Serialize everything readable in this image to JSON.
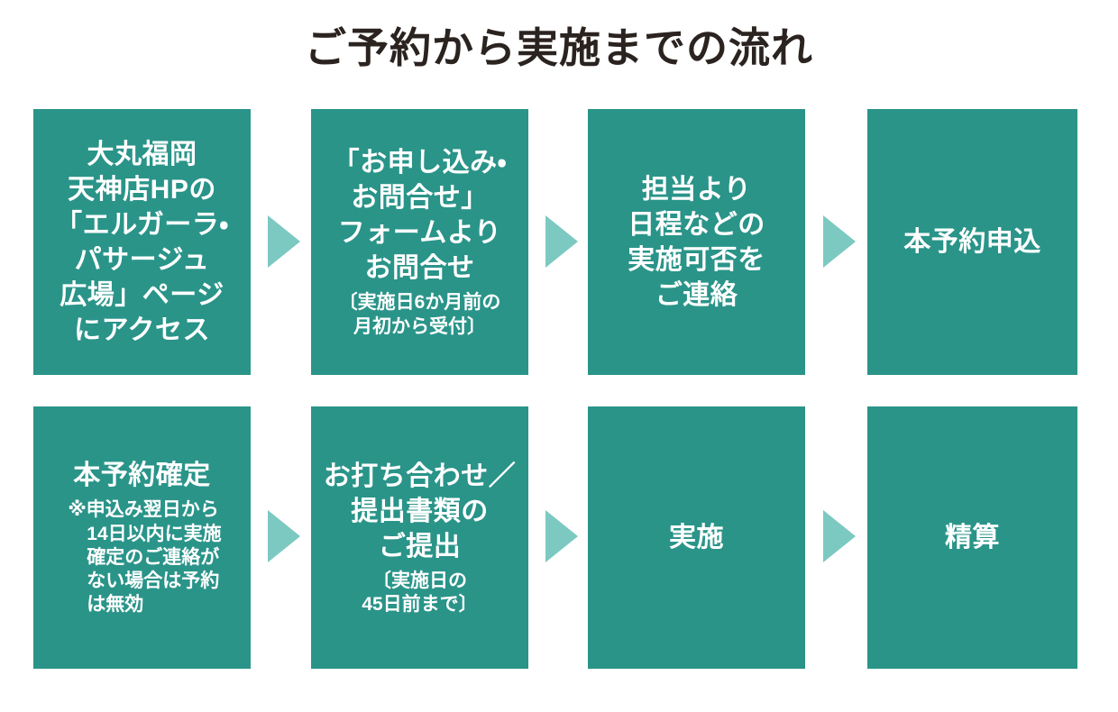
{
  "title": "ご予約から実施までの流れ",
  "colors": {
    "box_fill": "#2a9489",
    "arrow_fill": "#7cc9c2",
    "title_text": "#2b2320",
    "box_text": "#ffffff",
    "background": "#ffffff"
  },
  "rows": [
    {
      "boxes": [
        {
          "main": "大丸福岡\n天神店HPの\n「エルガーラ・\nパサージュ\n広場」ページ\nにアクセス",
          "note": ""
        },
        {
          "main": "「お申し込み・\nお問合せ」\nフォームより\nお問合せ",
          "note": "〔実施日6か月前の\n月初から受付〕"
        },
        {
          "main": "担当より\n日程などの\n実施可否を\nご連絡",
          "note": ""
        },
        {
          "main": "本予約申込",
          "note": ""
        }
      ],
      "arrows": [
        "arrow-right-icon",
        "arrow-right-icon",
        "arrow-right-icon"
      ]
    },
    {
      "boxes": [
        {
          "main": "本予約確定",
          "note": "※申込み翌日から\n　14日以内に実施\n　確定のご連絡が\n　ない場合は予約\n　は無効"
        },
        {
          "main": "お打ち合わせ／\n提出書類の\nご提出",
          "note": "〔実施日の\n45日前まで〕"
        },
        {
          "main": "実施",
          "note": ""
        },
        {
          "main": "精算",
          "note": ""
        }
      ],
      "arrows": [
        "arrow-right-icon",
        "arrow-right-icon",
        "arrow-right-icon"
      ]
    }
  ]
}
